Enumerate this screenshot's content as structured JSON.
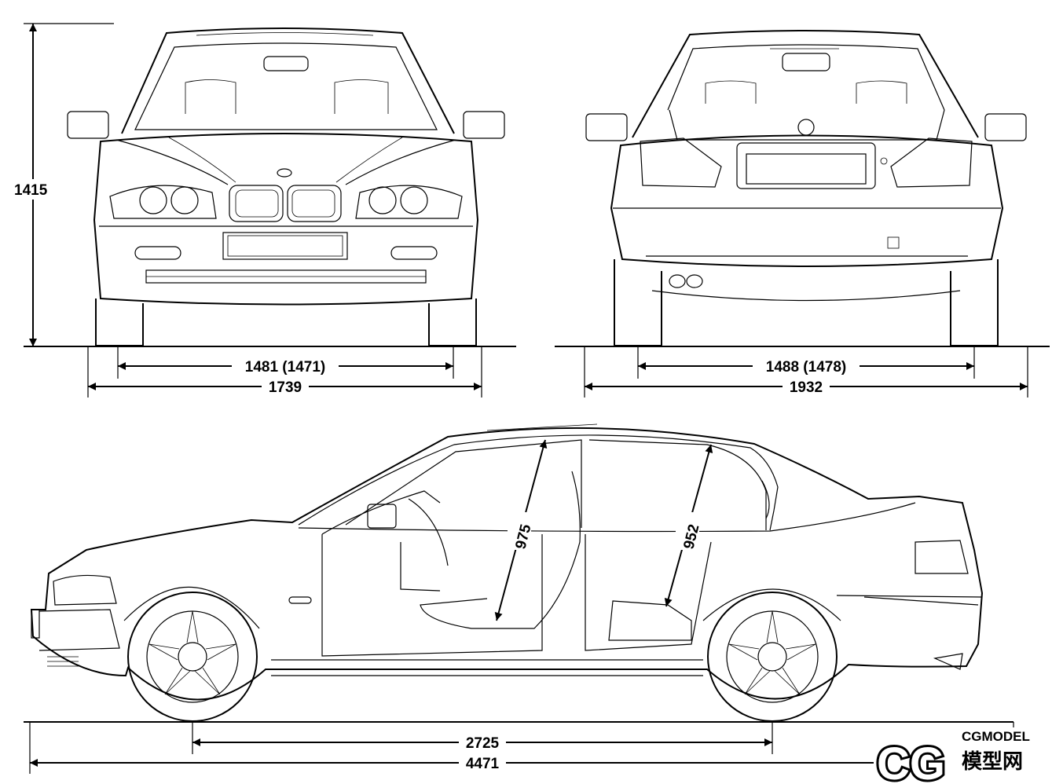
{
  "dimensions": {
    "height": "1415",
    "front_track": "1481 (1471)",
    "front_width": "1739",
    "rear_track": "1488 (1478)",
    "rear_width": "1932",
    "front_headroom": "975",
    "rear_headroom": "952",
    "wheelbase": "2725",
    "length": "4471"
  },
  "watermark": {
    "logo": "CG",
    "brand": "CGMODEL",
    "chinese": "模型网"
  }
}
